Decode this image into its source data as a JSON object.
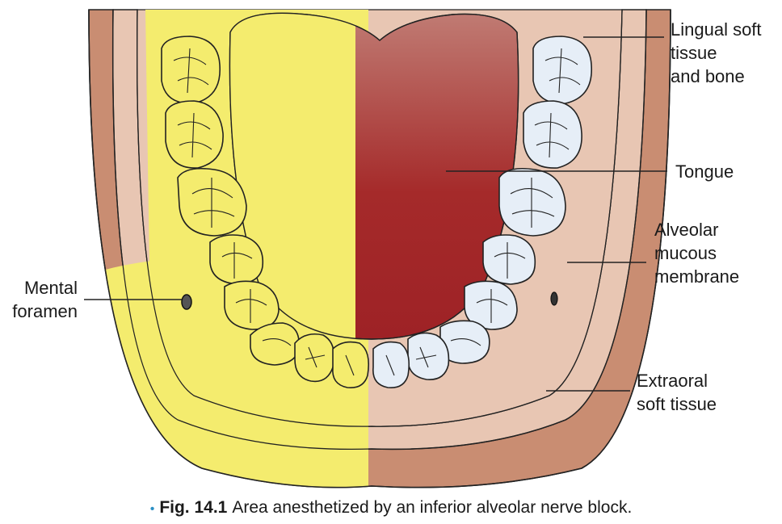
{
  "labels": {
    "lingual": "Lingual soft\ntissue\nand bone",
    "tongue": "Tongue",
    "alveolar": "Alveolar\nmucous\nmembrane",
    "extraoral": "Extraoral\nsoft tissue",
    "mental": "Mental\nforamen"
  },
  "caption": {
    "bullet": "•",
    "fig_number": "Fig. 14.1",
    "text": "Area anesthetized by an inferior alveolar nerve block."
  },
  "colors": {
    "anesthetized": "#f4ec6e",
    "extraoral": "#c98d72",
    "lingual": "#e8c6b3",
    "tongue": "#a52a2a",
    "unanesthetized_teeth": "#e6eef7"
  }
}
